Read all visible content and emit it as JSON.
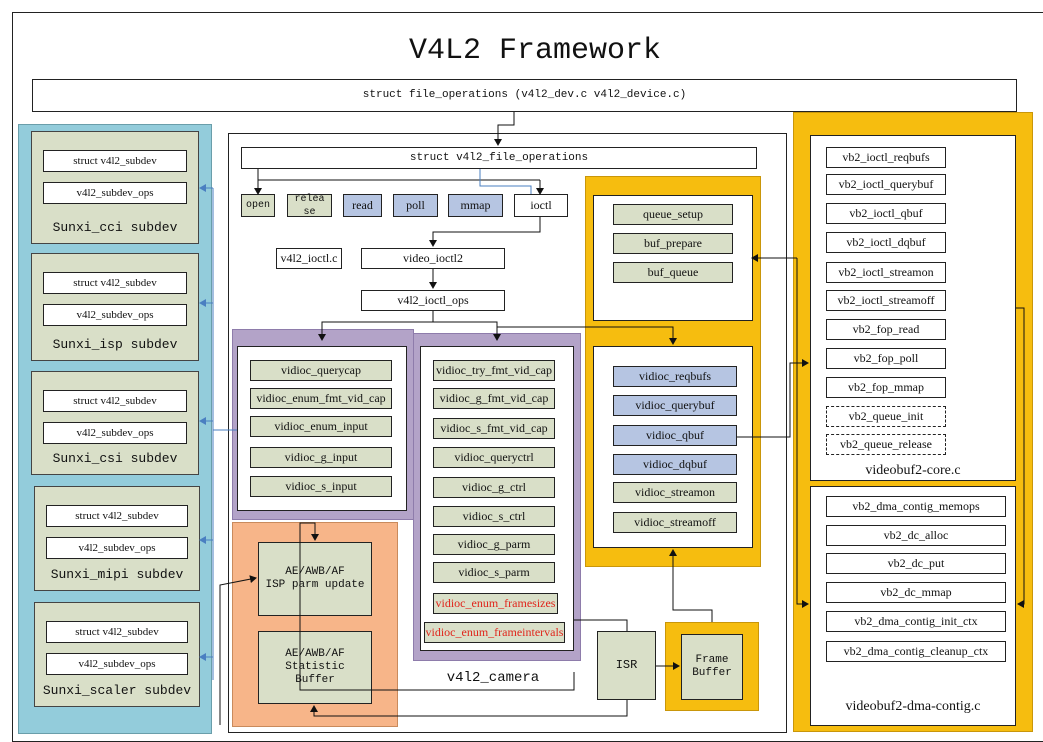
{
  "title": "V4L2 Framework",
  "top_bar": "struct file_operations  (v4l2_dev.c v4l2_device.c)",
  "subdevs": [
    {
      "struct": "struct v4l2_subdev",
      "ops": "v4l2_subdev_ops",
      "name": "Sunxi_cci subdev"
    },
    {
      "struct": "struct v4l2_subdev",
      "ops": "v4l2_subdev_ops",
      "name": "Sunxi_isp subdev"
    },
    {
      "struct": "struct v4l2_subdev",
      "ops": "v4l2_subdev_ops",
      "name": "Sunxi_csi subdev"
    },
    {
      "struct": "struct v4l2_subdev",
      "ops": "v4l2_subdev_ops",
      "name": "Sunxi_mipi subdev"
    },
    {
      "struct": "struct v4l2_subdev",
      "ops": "v4l2_subdev_ops",
      "name": "Sunxi_scaler subdev"
    }
  ],
  "center": {
    "file_ops": "struct v4l2_file_operations",
    "calls": [
      "open",
      "release",
      "read",
      "poll",
      "mmap",
      "ioctl"
    ],
    "v4l2_ioctl_c": "v4l2_ioctl.c",
    "video_ioctl2": "video_ioctl2",
    "v4l2_ioctl_ops": "v4l2_ioctl_ops",
    "left_ops": [
      "vidioc_querycap",
      "vidioc_enum_fmt_vid_cap",
      "vidioc_enum_input",
      "vidioc_g_input",
      "vidioc_s_input"
    ],
    "mid_ops": [
      "vidioc_try_fmt_vid_cap",
      "vidioc_g_fmt_vid_cap",
      "vidioc_s_fmt_vid_cap",
      "vidioc_queryctrl",
      "vidioc_g_ctrl",
      "vidioc_s_ctrl",
      "vidioc_g_parm",
      "vidioc_s_parm"
    ],
    "mid_red_ops": [
      "vidioc_enum_framesizes",
      "vidioc_enum_frameintervals"
    ],
    "camera_label": "v4l2_camera",
    "isp_update": "AE/AWB/AF\nISP parm update",
    "stat_buffer": "AE/AWB/AF\nStatistic\nBuffer",
    "isr": "ISR",
    "frame_buffer": "Frame\nBuffer"
  },
  "queue_ops": [
    "queue_setup",
    "buf_prepare",
    "buf_queue"
  ],
  "buf_ops": [
    "vidioc_reqbufs",
    "vidioc_querybuf",
    "vidioc_qbuf",
    "vidioc_dqbuf",
    "vidioc_streamon",
    "vidioc_streamoff"
  ],
  "vb2_core": {
    "items": [
      "vb2_ioctl_reqbufs",
      "vb2_ioctl_querybuf",
      "vb2_ioctl_qbuf",
      "vb2_ioctl_dqbuf",
      "vb2_ioctl_streamon",
      "vb2_ioctl_streamoff",
      "vb2_fop_read",
      "vb2_fop_poll",
      "vb2_fop_mmap"
    ],
    "dashed_items": [
      "vb2_queue_init",
      "vb2_queue_release"
    ],
    "label": "videobuf2-core.c"
  },
  "vb2_dma": {
    "items": [
      "vb2_dma_contig_memops",
      "vb2_dc_alloc",
      "vb2_dc_put",
      "vb2_dc_mmap",
      "vb2_dma_contig_init_ctx",
      "vb2_dma_contig_cleanup_ctx"
    ],
    "label": "videobuf2-dma-contig.c"
  },
  "colors": {
    "yellow": "#f6bd0f",
    "teal": "#93ccdb",
    "purple": "#b3a3c8",
    "orange": "#f7b589",
    "green_box": "#d9dfc8",
    "blue_box": "#b6c5e2",
    "red_text": "#e0251b"
  }
}
